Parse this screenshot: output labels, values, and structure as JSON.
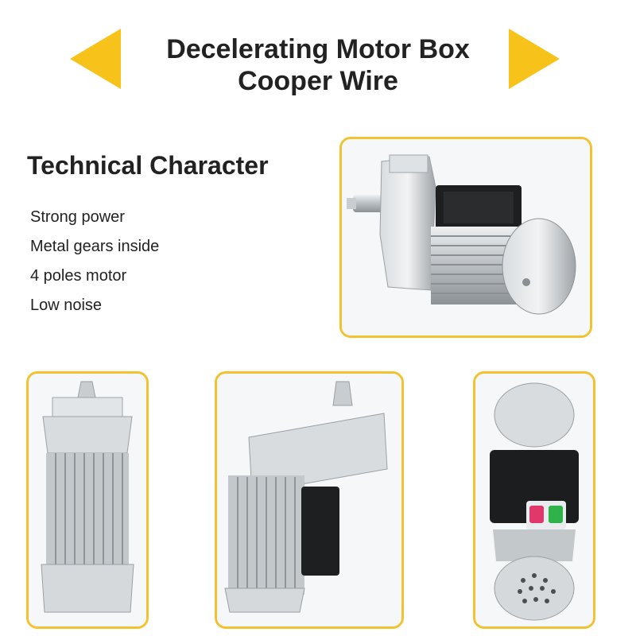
{
  "header": {
    "title_line1": "Decelerating Motor Box",
    "title_line2": "Cooper  Wire",
    "arrow_color": "#f7c21a"
  },
  "section": {
    "heading": "Technical Character",
    "features": [
      "Strong power",
      "Metal gears inside",
      "4 poles motor",
      "Low noise"
    ]
  },
  "images": {
    "main": "gear-motor-side-view",
    "front": "gear-motor-front-view",
    "angle": "gear-motor-angled-view",
    "back": "gear-motor-switch-box-view",
    "frame_color": "#f2c230"
  }
}
